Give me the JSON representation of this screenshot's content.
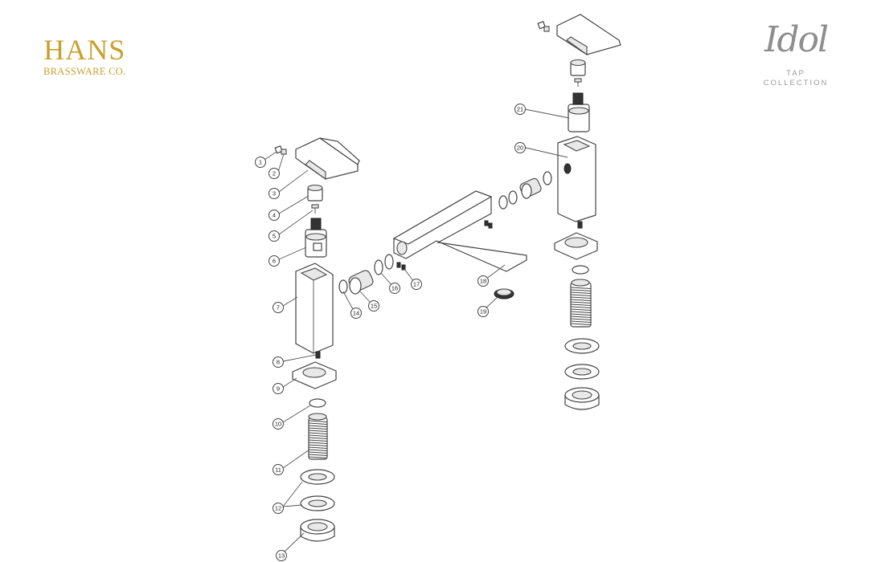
{
  "brand": {
    "name": "HANS",
    "subtitle": "BRASSWARE CO."
  },
  "collection": {
    "script_name": "Idol",
    "line1": "TAP",
    "line2": "COLLECTION"
  },
  "callouts": [
    "1",
    "2",
    "3",
    "4",
    "5",
    "6",
    "7",
    "8",
    "9",
    "10",
    "11",
    "12",
    "13",
    "14",
    "15",
    "16",
    "17",
    "18",
    "19",
    "20",
    "21"
  ],
  "colors": {
    "brand_gold": "#c8a02e",
    "line": "#444444",
    "logo_grey": "#8e8e8e"
  }
}
